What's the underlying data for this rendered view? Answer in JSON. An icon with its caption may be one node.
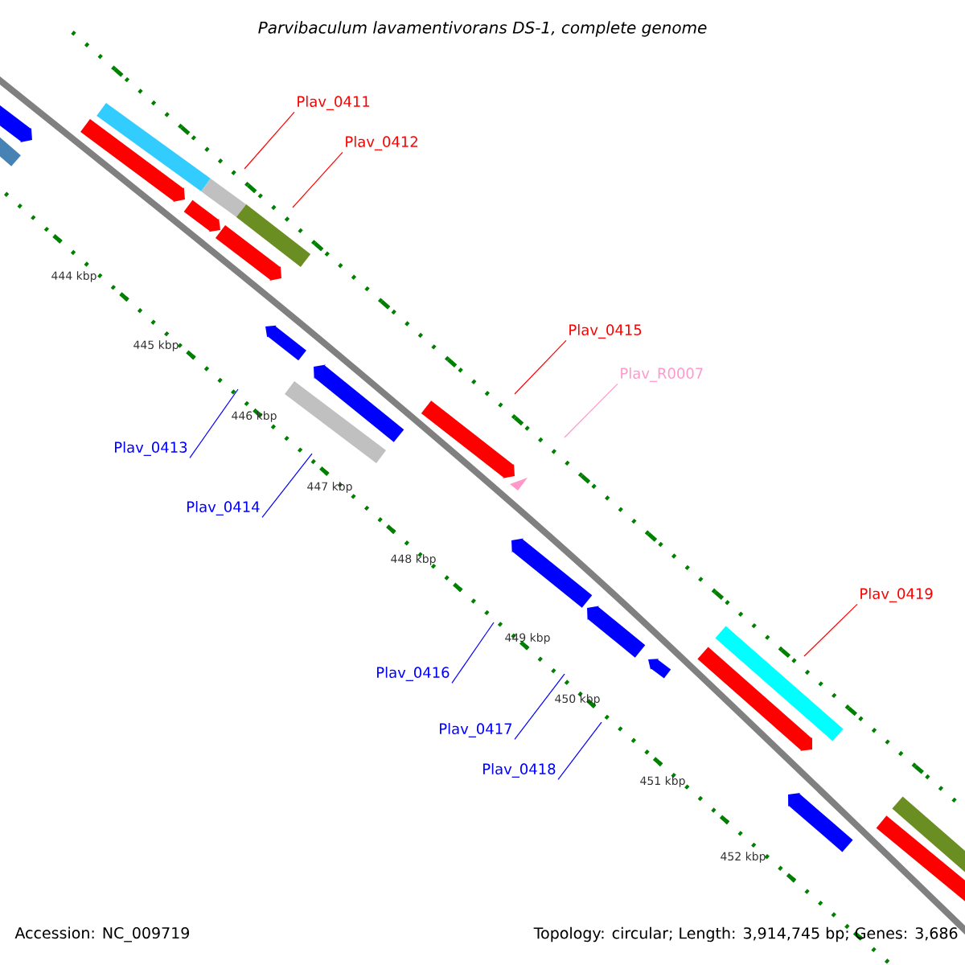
{
  "diagram": {
    "title": "Parvibaculum lavamentivorans DS-1, complete genome",
    "nodes": [
      {
        "text": [
          "Plav_0411"
        ]
      },
      {
        "text": [
          "Plav_0412"
        ]
      },
      {
        "text": [
          "Plav_0415"
        ]
      },
      {
        "text": [
          "Plav_R0007"
        ]
      },
      {
        "text": [
          "Plav_0419"
        ]
      },
      {
        "text": [
          "Plav_0413"
        ]
      },
      {
        "text": [
          "Plav_0414"
        ]
      },
      {
        "text": [
          "Plav_0416"
        ]
      },
      {
        "text": [
          "Plav_0417"
        ]
      },
      {
        "text": [
          "Plav_0418"
        ]
      }
    ],
    "edges": [
      {
        "from": 0,
        "to": null,
        "arrow": "none",
        "color": "#ff0000"
      },
      {
        "from": 1,
        "to": null,
        "arrow": "none",
        "color": "#ff0000"
      },
      {
        "from": 2,
        "to": null,
        "arrow": "none",
        "color": "#ff0000"
      },
      {
        "from": 3,
        "to": null,
        "arrow": "none",
        "color": "#ff99cc"
      },
      {
        "from": 4,
        "to": null,
        "arrow": "none",
        "color": "#ff0000"
      },
      {
        "from": 5,
        "to": null,
        "arrow": "none",
        "color": "#0000ff"
      },
      {
        "from": 6,
        "to": null,
        "arrow": "none",
        "color": "#0000ff"
      },
      {
        "from": 7,
        "to": null,
        "arrow": "none",
        "color": "#0000ff"
      },
      {
        "from": 8,
        "to": null,
        "arrow": "none",
        "color": "#0000ff"
      },
      {
        "from": 9,
        "to": null,
        "arrow": "none",
        "color": "#0000ff"
      }
    ],
    "labels": [
      "444 kbp",
      "445 kbp",
      "446 kbp",
      "447 kbp",
      "448 kbp",
      "449 kbp",
      "450 kbp",
      "451 kbp",
      "452 kbp",
      "Accession: NC_009719",
      "Topology: circular; Length: 3,914,745 bp; Genes: 3,686"
    ]
  }
}
